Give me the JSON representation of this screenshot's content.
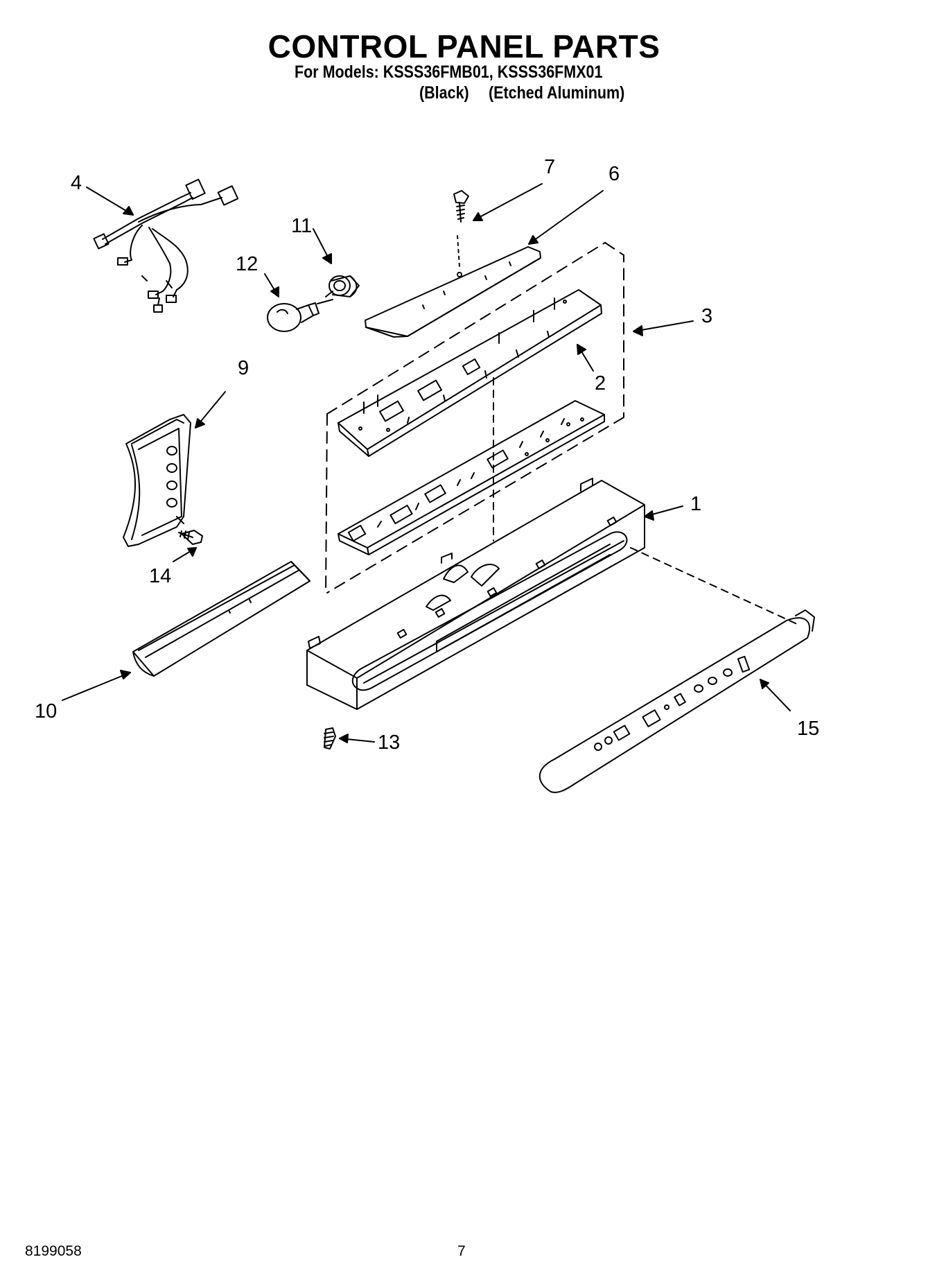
{
  "header": {
    "title": "CONTROL PANEL PARTS",
    "models_line": "For Models: KSSS36FMB01, KSSS36FMX01",
    "variant_black": "(Black)",
    "variant_aluminum": "(Etched Aluminum)"
  },
  "callouts": {
    "c1": "1",
    "c2": "2",
    "c3": "3",
    "c4": "4",
    "c5": "6",
    "c7": "7",
    "c9": "9",
    "c10": "10",
    "c11": "11",
    "c12": "12",
    "c13": "13",
    "c14": "14",
    "c15": "15"
  },
  "footer": {
    "doc_number": "8199058",
    "page_number": "7"
  }
}
